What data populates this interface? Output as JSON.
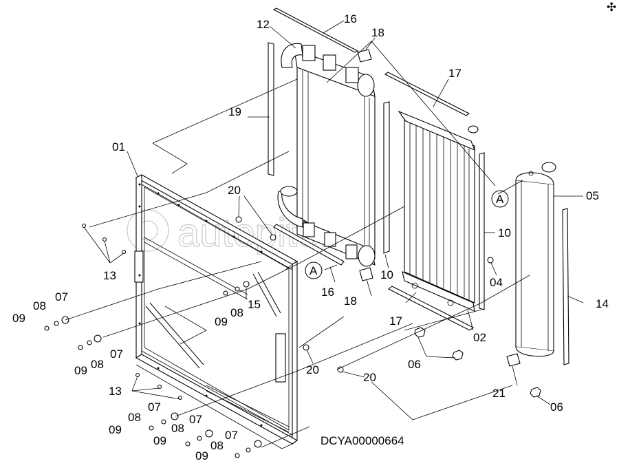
{
  "watermark": "autopiter.ru",
  "drawing_code": "DCYA00000664",
  "callouts": [
    {
      "text": "12"
    },
    {
      "text": "16"
    },
    {
      "text": "18"
    },
    {
      "text": "17"
    },
    {
      "text": "19"
    },
    {
      "text": "01"
    },
    {
      "text": "20"
    },
    {
      "text": "05"
    },
    {
      "text": "A"
    },
    {
      "text": "10"
    },
    {
      "text": "10"
    },
    {
      "text": "13"
    },
    {
      "text": "A"
    },
    {
      "text": "16"
    },
    {
      "text": "18"
    },
    {
      "text": "04"
    },
    {
      "text": "07"
    },
    {
      "text": "08"
    },
    {
      "text": "09"
    },
    {
      "text": "15"
    },
    {
      "text": "08"
    },
    {
      "text": "09"
    },
    {
      "text": "17"
    },
    {
      "text": "14"
    },
    {
      "text": "07"
    },
    {
      "text": "08"
    },
    {
      "text": "09"
    },
    {
      "text": "02"
    },
    {
      "text": "06"
    },
    {
      "text": "20"
    },
    {
      "text": "20"
    },
    {
      "text": "13"
    },
    {
      "text": "07"
    },
    {
      "text": "21"
    },
    {
      "text": "06"
    },
    {
      "text": "08"
    },
    {
      "text": "07"
    },
    {
      "text": "09"
    },
    {
      "text": "08"
    },
    {
      "text": "09"
    },
    {
      "text": "07"
    },
    {
      "text": "08"
    },
    {
      "text": "09"
    }
  ]
}
